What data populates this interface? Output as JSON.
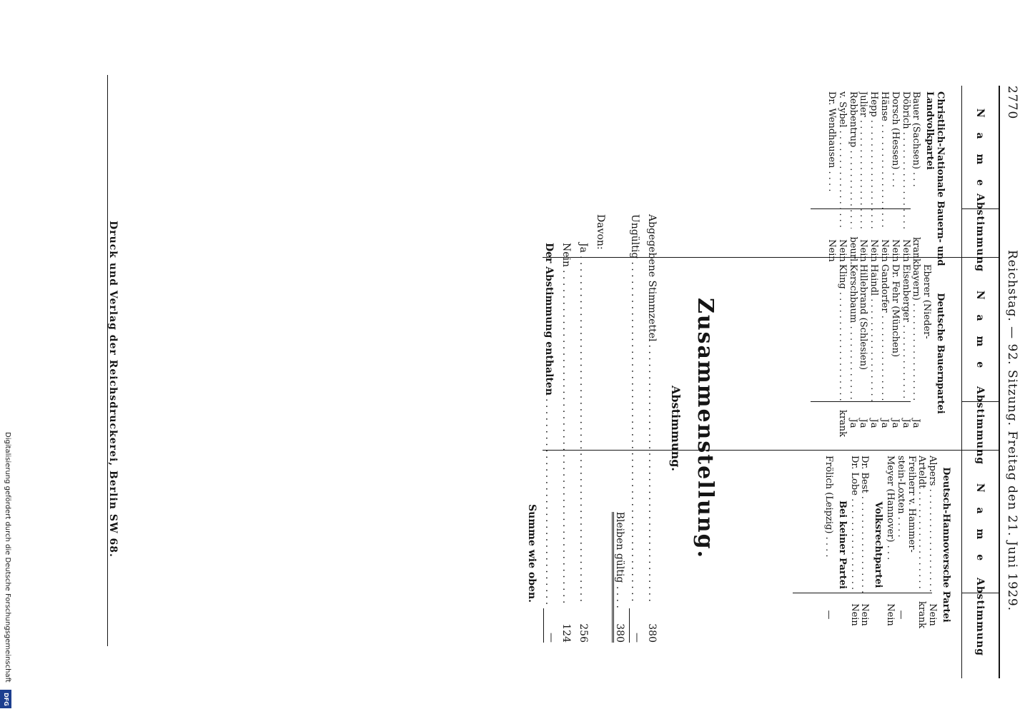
{
  "header": {
    "page_number": "2770",
    "text": "Reichstag. — 92. Sitzung. Freitag den 21. Juni 1929."
  },
  "table": {
    "name_header": "N a m e",
    "vote_header": "Abstimmung",
    "col1": {
      "party": "Christlich-Nationale Bauern- und Landvolkpartei",
      "rows": [
        {
          "name": "Bauer (Sachsen) . . .",
          "vote": "krank"
        },
        {
          "name": "Döbrich",
          "vote": "Nein"
        },
        {
          "name": "Dorsch (Hessen) . . .",
          "vote": "Nein"
        },
        {
          "name": "Hänse",
          "vote": "Nein"
        },
        {
          "name": "Hepp",
          "vote": "Nein"
        },
        {
          "name": "Julier",
          "vote": "Nein"
        },
        {
          "name": "Rebbentrup",
          "vote": "beurl."
        },
        {
          "name": "v. Sybel",
          "vote": "Nein"
        },
        {
          "name": "Dr. Wendhausen . . . .",
          "vote": "Nein"
        }
      ]
    },
    "col2": {
      "party": "Deutsche Bauernpartei",
      "rows": [
        {
          "name": "Eberer (Nieder-",
          "vote": ""
        },
        {
          "name": "    bayern)",
          "vote": "Ja"
        },
        {
          "name": "Eisenberger",
          "vote": "Ja"
        },
        {
          "name": "Dr. Fehr (München)",
          "vote": "Ja"
        },
        {
          "name": "Gandorfer",
          "vote": "Ja"
        },
        {
          "name": "Haindl",
          "vote": "Ja"
        },
        {
          "name": "Hillebrand (Schlesien)",
          "vote": "Ja"
        },
        {
          "name": "Kerschbaum",
          "vote": "Ja"
        },
        {
          "name": "Kling",
          "vote": "krank"
        }
      ]
    },
    "col3": {
      "party1": "Deutsch-Hannoversche Partei",
      "rows1": [
        {
          "name": "Alpers",
          "vote": "Nein"
        },
        {
          "name": "Arteldt",
          "vote": "krank"
        },
        {
          "name": "Freiherr v. Hammer-",
          "vote": ""
        },
        {
          "name": "    stein-Loxten . . . .",
          "vote": "—"
        },
        {
          "name": "Meyer (Hannover) . . .",
          "vote": "Nein"
        }
      ],
      "party2": "Volksrechtpartei",
      "rows2": [
        {
          "name": "Dr. Best",
          "vote": "Nein"
        },
        {
          "name": "Dr. Lobe",
          "vote": "Nein"
        }
      ],
      "party3": "Bei keiner Partei",
      "rows3": [
        {
          "name": "Frölich (Leipzig) . . . .",
          "vote": "—"
        }
      ]
    }
  },
  "summary": {
    "title": "Zusammenstellung.",
    "subtitle": "Abstimmung.",
    "abgegebene_label": "Abgegebene Stimmzettel",
    "abgegebene_value": "380",
    "ungueltig_label": "Ungültig",
    "ungueltig_value": "—",
    "bleiben_label": "Bleiben gültig . . . .",
    "bleiben_value": "380",
    "davon_label": "Davon:",
    "ja_label": "Ja",
    "ja_value": "256",
    "nein_label": "Nein",
    "nein_value": "124",
    "enthalten_label": "Der Abstimmung enthalten",
    "enthalten_value": "—",
    "summe_label": "Summe wie oben."
  },
  "footer": {
    "print_credit": "Druck und Verlag der Reichsdruckerei, Berlin SW 68."
  },
  "sidebar": {
    "credit": "Digitalisierung gefördert durch die Deutsche Forschungsgemeinschaft",
    "logo": "DFG"
  }
}
